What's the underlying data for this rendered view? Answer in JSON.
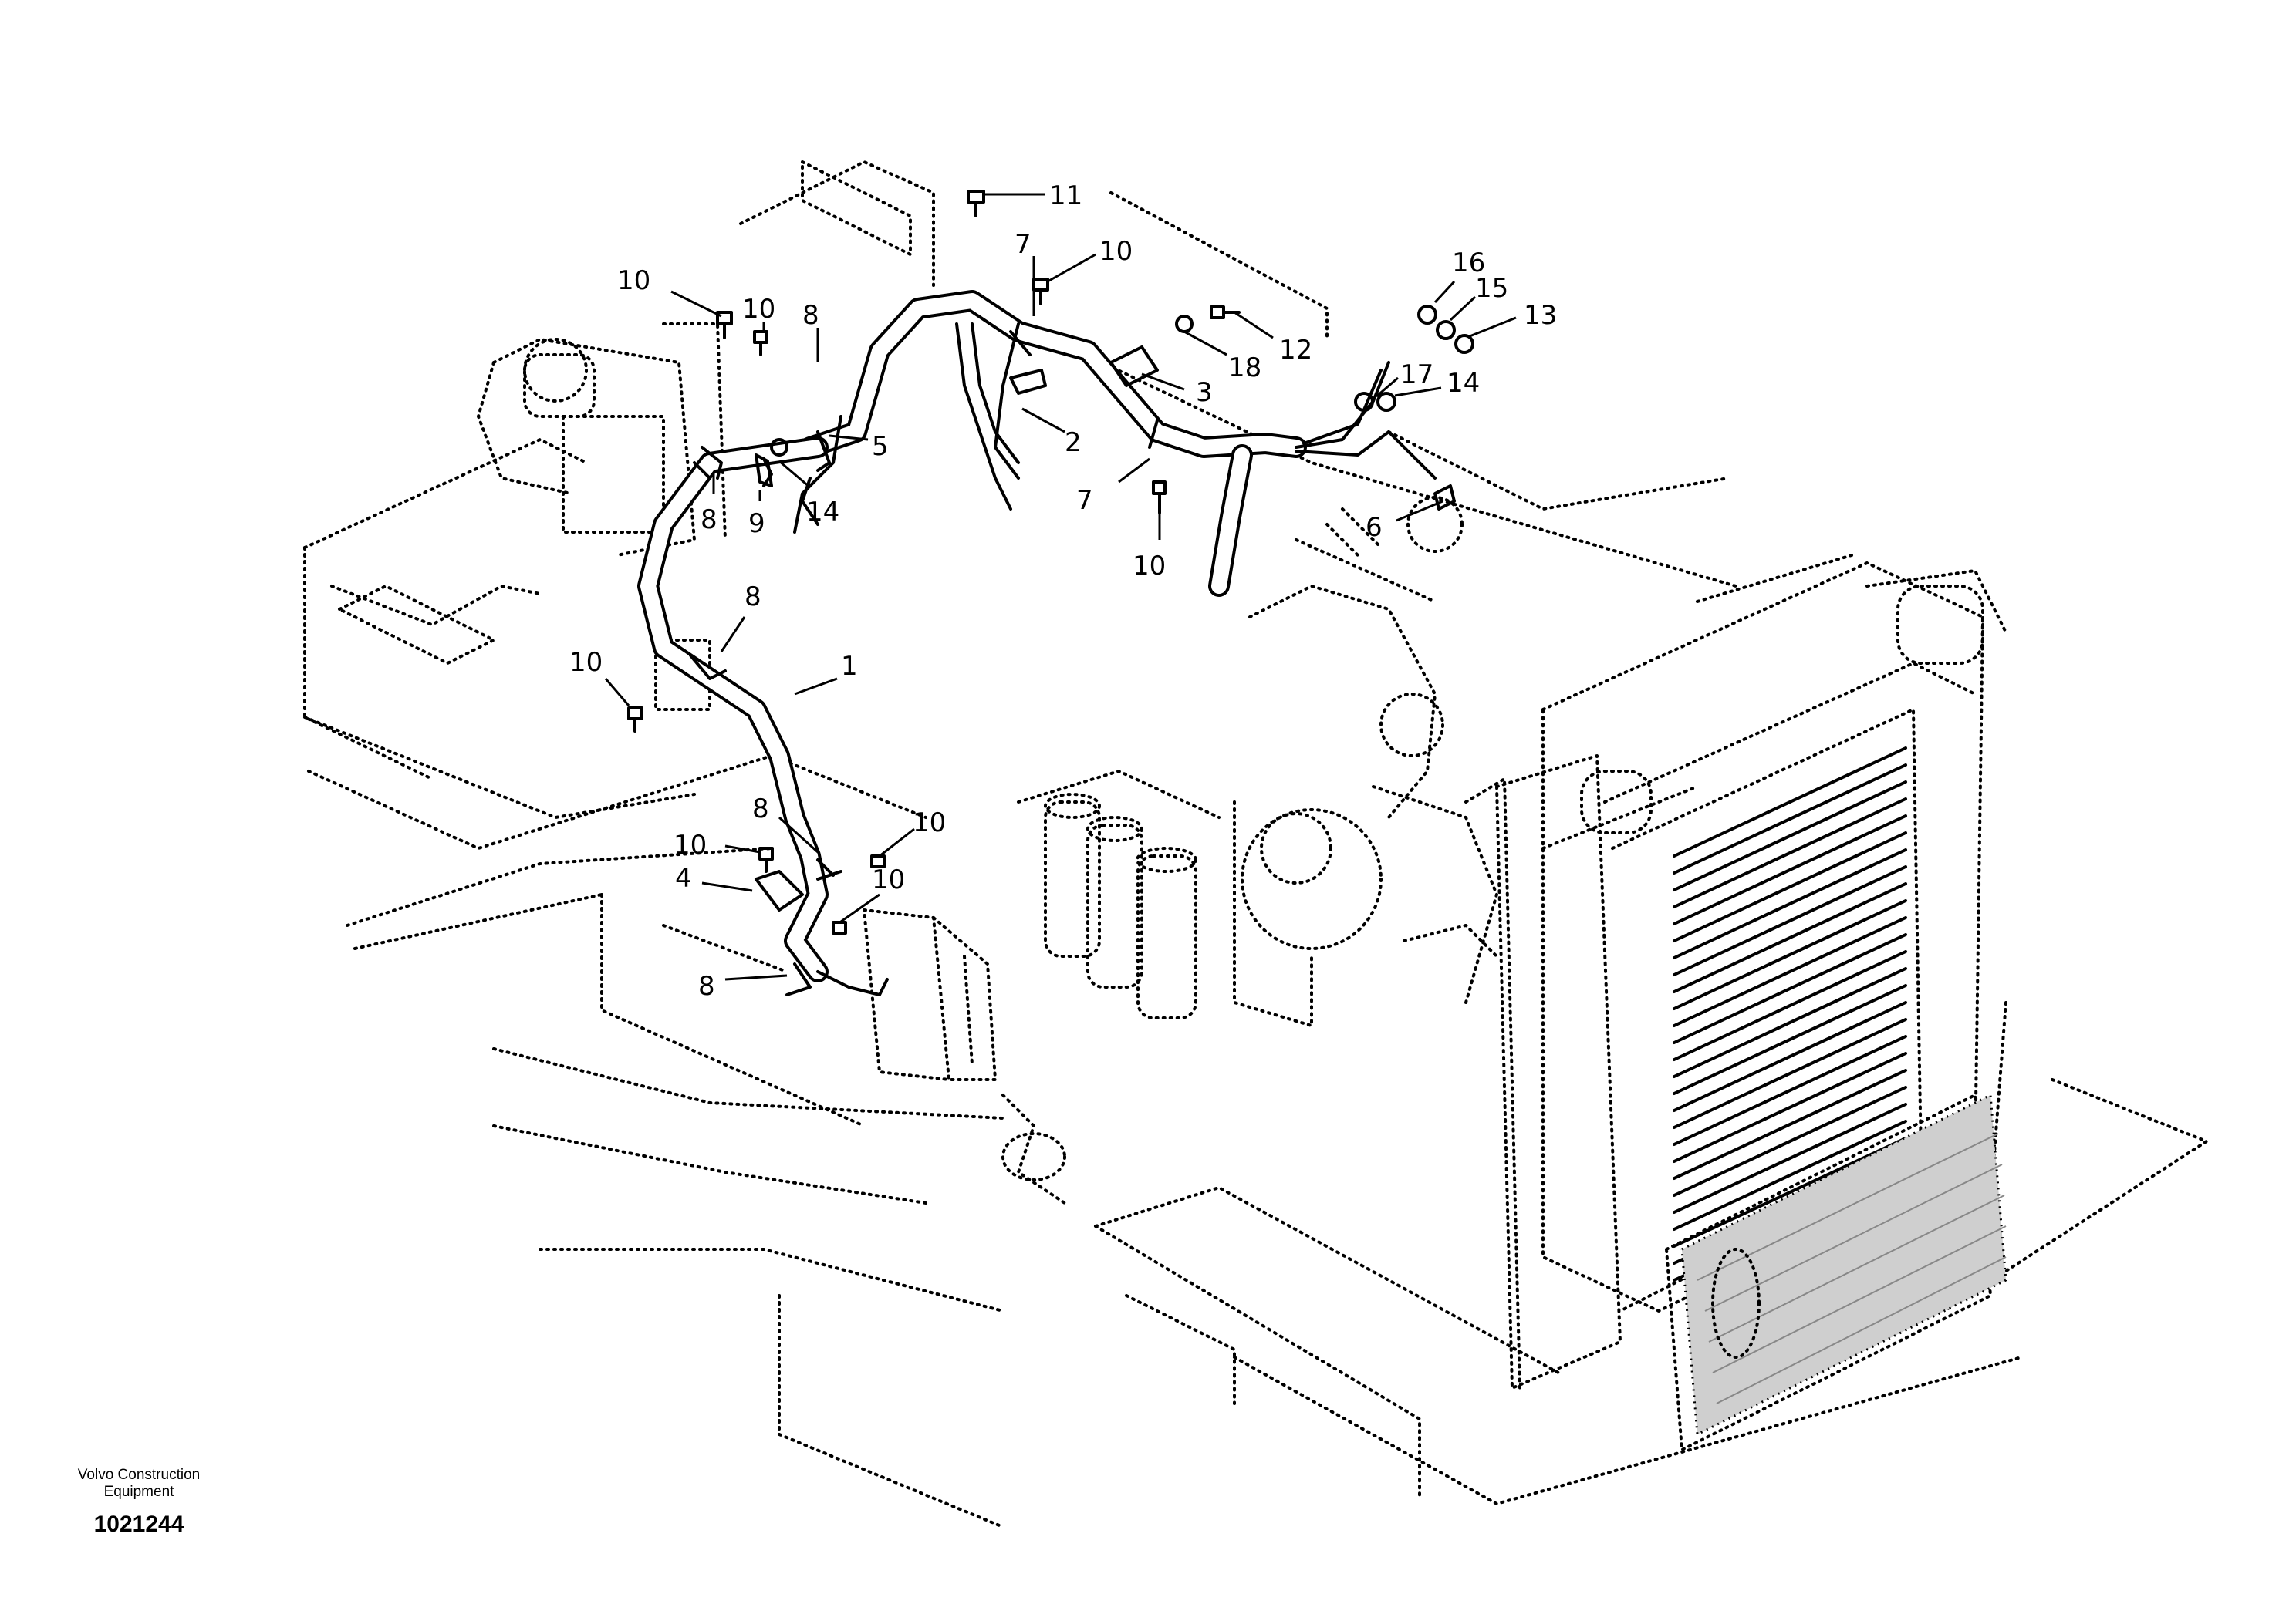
{
  "diagram": {
    "callouts": [
      "1",
      "2",
      "3",
      "4",
      "5",
      "6",
      "7",
      "7",
      "8",
      "8",
      "8",
      "8",
      "8",
      "9",
      "10",
      "10",
      "10",
      "10",
      "10",
      "10",
      "10",
      "10",
      "11",
      "12",
      "13",
      "14",
      "14",
      "15",
      "16",
      "17",
      "18"
    ]
  },
  "footer": {
    "manufacturer": "Volvo Construction Equipment",
    "document_number": "1021244"
  }
}
